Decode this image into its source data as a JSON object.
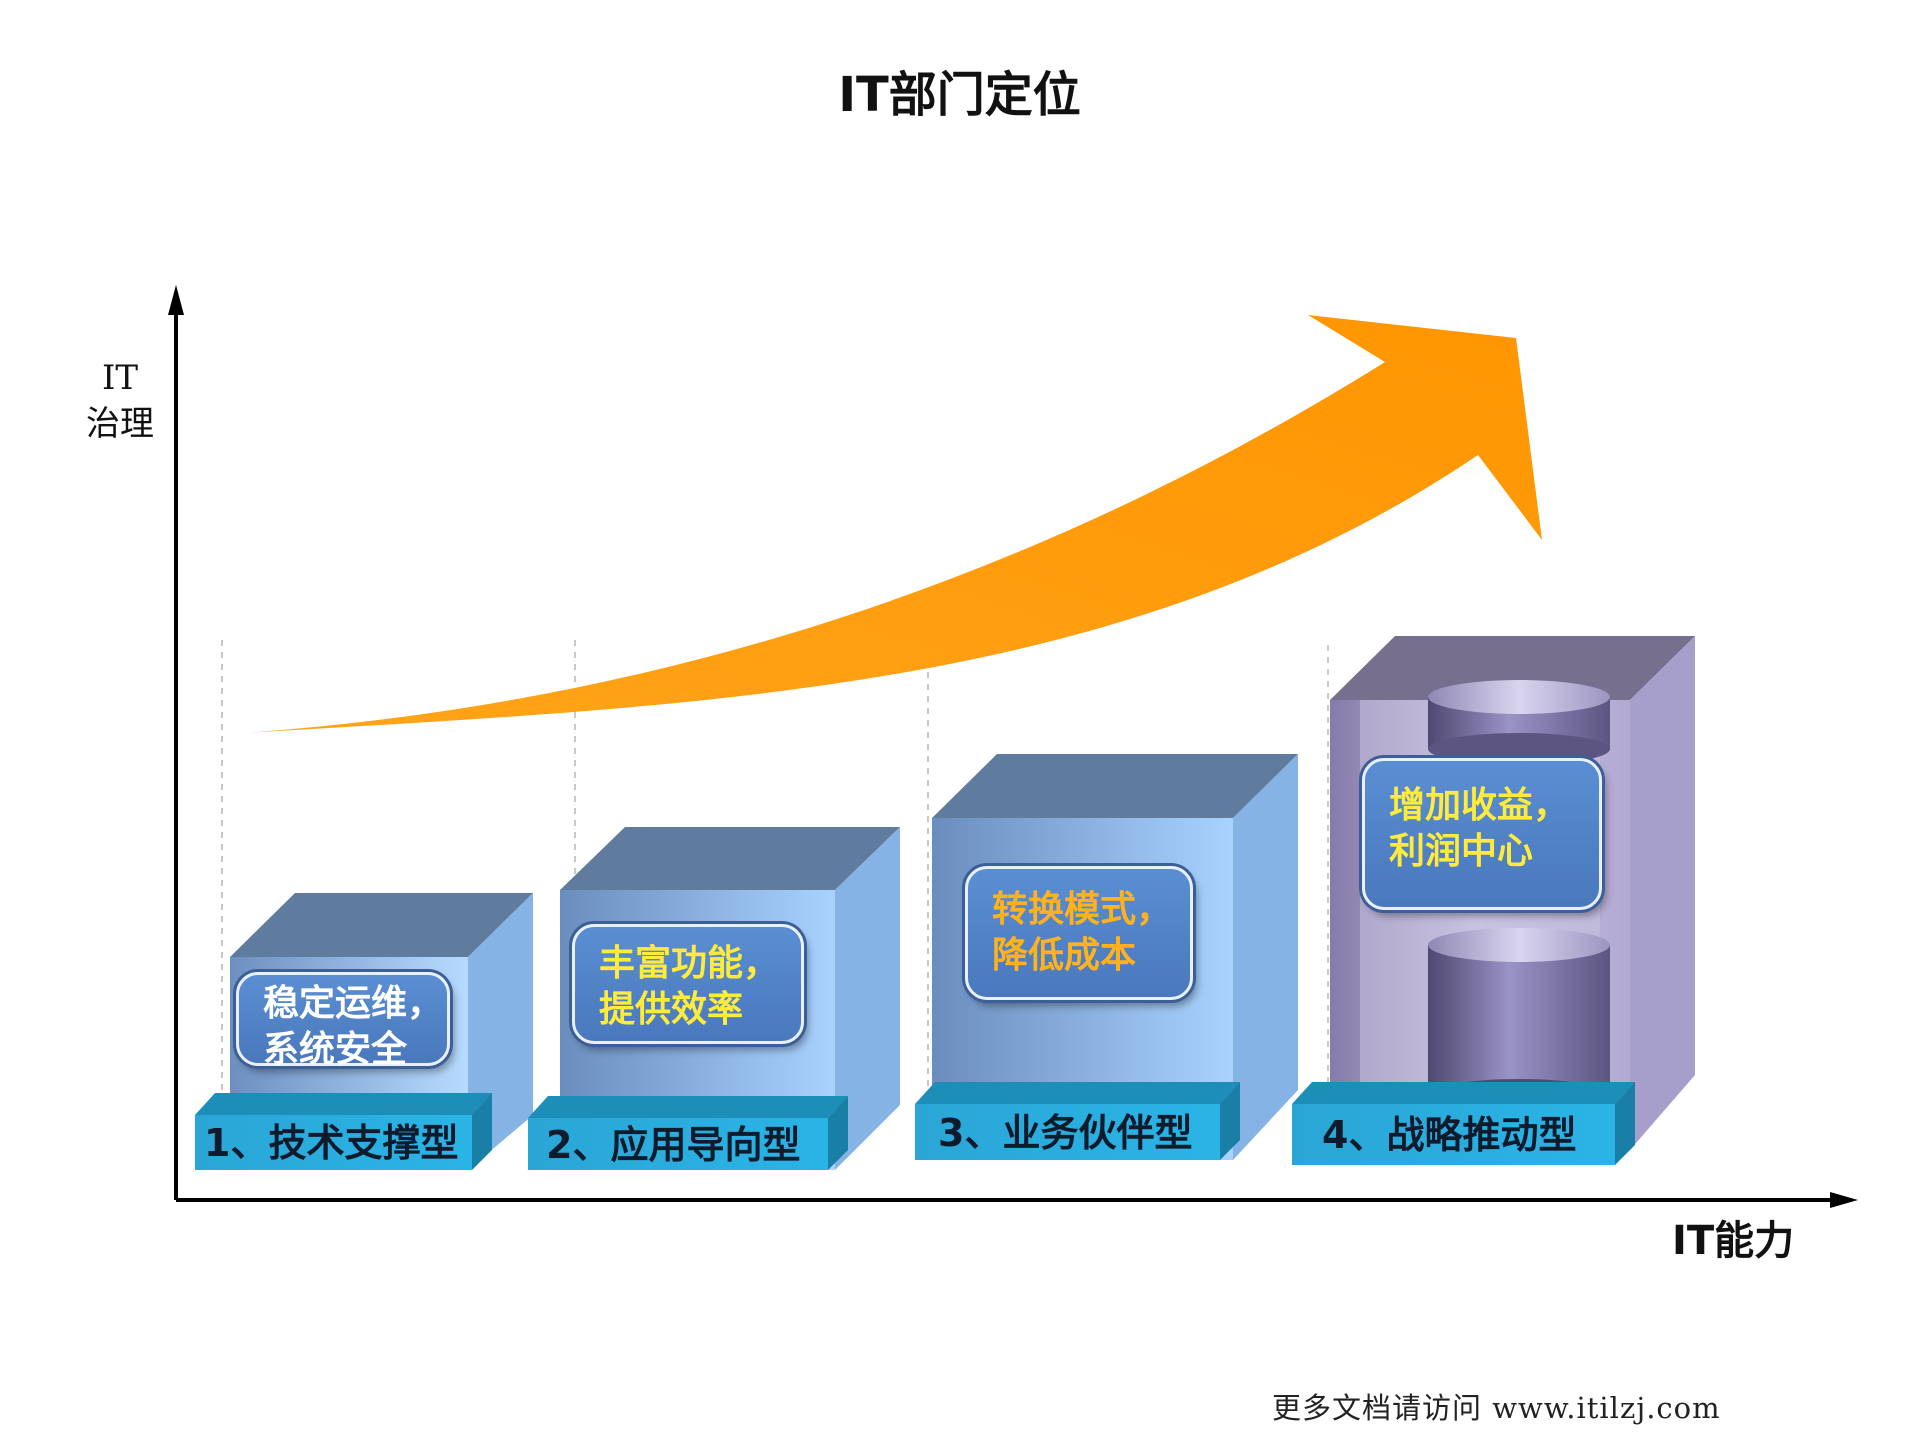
{
  "title": "IT部门定位",
  "y_axis_label": [
    "IT",
    "治理"
  ],
  "x_axis_label": "IT能力",
  "stages": [
    {
      "label": "1、技术支撑型",
      "desc": [
        "稳定运维，",
        "系统安全"
      ],
      "desc_color": "#ffffff"
    },
    {
      "label": "2、应用导向型",
      "desc": [
        "丰富功能，",
        "提供效率"
      ],
      "desc_color": "#ffeb3b"
    },
    {
      "label": "3、业务伙伴型",
      "desc": [
        "转换模式，",
        "降低成本"
      ],
      "desc_color": "#ffb21e"
    },
    {
      "label": "4、战略推动型",
      "desc": [
        "增加收益，",
        "利润中心"
      ],
      "desc_color": "#ffeb3b"
    }
  ],
  "footer": "更多文档请访问 www.itilzj.com",
  "colors": {
    "arrow": "#ff9900",
    "cube_front": "#8cb6ea",
    "cube_top": "#5f7b9e",
    "label_base": "#2aa7d6",
    "cylinder_box": "#a79fcb"
  }
}
